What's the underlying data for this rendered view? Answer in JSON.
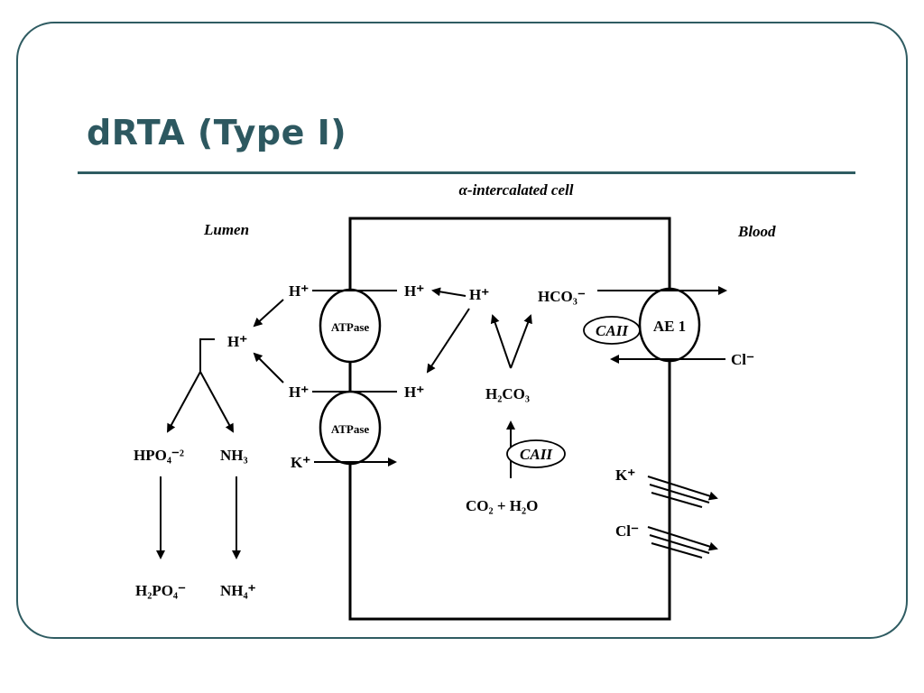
{
  "slide": {
    "title": "dRTA (Type I)"
  },
  "diagram": {
    "cell_label": "α-intercalated cell",
    "lumen_label": "Lumen",
    "blood_label": "Blood",
    "pump_top": "ATPase",
    "pump_bottom": "ATPase",
    "exchanger": "AE 1",
    "enzyme_membrane": "CAII",
    "enzyme_cytoplasm": "CAII",
    "h_plus": "H⁺",
    "k_plus": "K⁺",
    "cl_minus": "Cl⁻",
    "hco3": "HCO₃⁻",
    "h2co3": "H₂CO₃",
    "co2_h2o": "CO₂ + H₂O",
    "hpo4": "HPO₄⁻²",
    "nh3": "NH₃",
    "h2po4": "H₂PO₄⁻",
    "nh4": "NH₄⁺"
  },
  "colors": {
    "accent": "#2d5860",
    "line": "#000000"
  }
}
